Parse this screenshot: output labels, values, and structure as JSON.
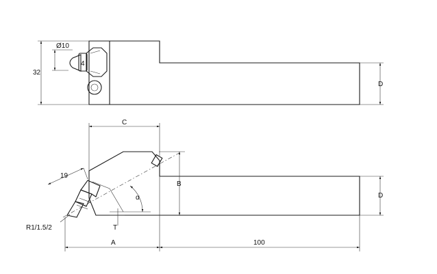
{
  "dimensions": {
    "phi10": "Ø10",
    "d32": "32",
    "d_top": "D",
    "c": "C",
    "b": "B",
    "d_bottom": "D",
    "d19": "19",
    "alpha": "α",
    "t": "T",
    "radius": "R1/1.5/2",
    "a": "A",
    "d100": "100"
  },
  "colors": {
    "line": "#1a1a1a",
    "background": "#ffffff"
  }
}
